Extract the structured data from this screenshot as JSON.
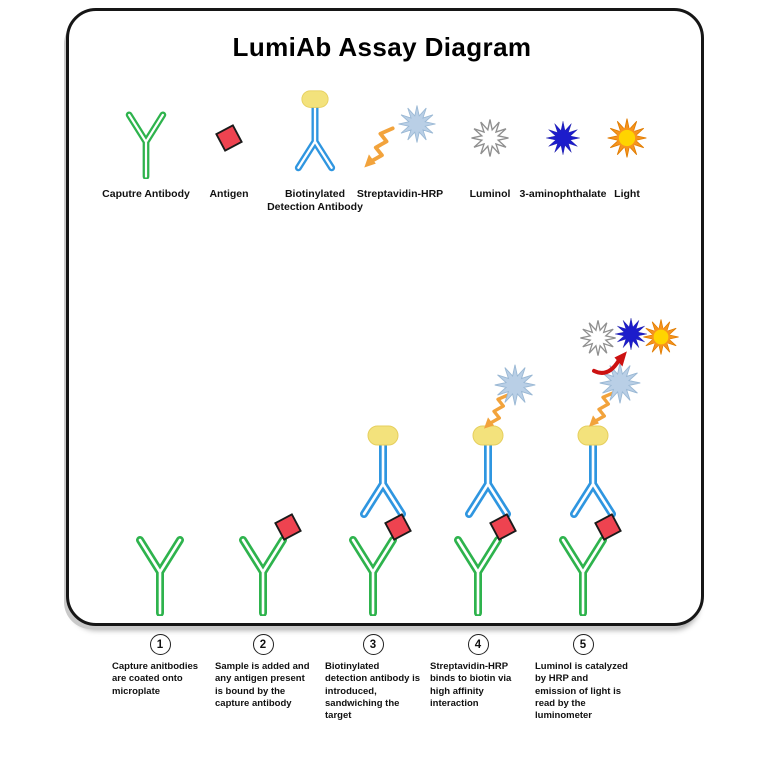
{
  "title": "LumiAb Assay Diagram",
  "legend": {
    "items": [
      {
        "id": "capture-antibody",
        "label": "Caputre Antibody"
      },
      {
        "id": "antigen",
        "label": "Antigen"
      },
      {
        "id": "detection-antibody",
        "label": "Biotinylated Detection Antibody"
      },
      {
        "id": "streptavidin-hrp",
        "label": "Streptavidin-HRP"
      },
      {
        "id": "luminol",
        "label": "Luminol"
      },
      {
        "id": "aminophthalate",
        "label": "3-aminophthalate"
      },
      {
        "id": "light",
        "label": "Light"
      }
    ]
  },
  "steps": [
    {
      "number": "1",
      "caption": "Capture anitbodies are coated onto microplate"
    },
    {
      "number": "2",
      "caption": "Sample is added and any antigen present is bound by the capture antibody"
    },
    {
      "number": "3",
      "caption": "Biotinylated detection antibody is introduced, sandwiching the target"
    },
    {
      "number": "4",
      "caption": "Streptavidin-HRP binds to biotin via high affinity interaction"
    },
    {
      "number": "5",
      "caption": "Luminol is catalyzed by HRP and emission of light is read by the luminometer"
    }
  ],
  "colors": {
    "capture_antibody": "#2eb34d",
    "detection_antibody": "#2f96e0",
    "biotin_cap": "#f3e27c",
    "antigen": "#ee4350",
    "streptavidin_hrp": "#b9cfe6",
    "zigzag_arrow": "#f2a33c",
    "luminol": "#ffffff",
    "aminophthalate": "#1c1ccb",
    "light_center": "#ffd400",
    "light_rays": "#f7941d",
    "reaction_arrow": "#cc1111"
  }
}
